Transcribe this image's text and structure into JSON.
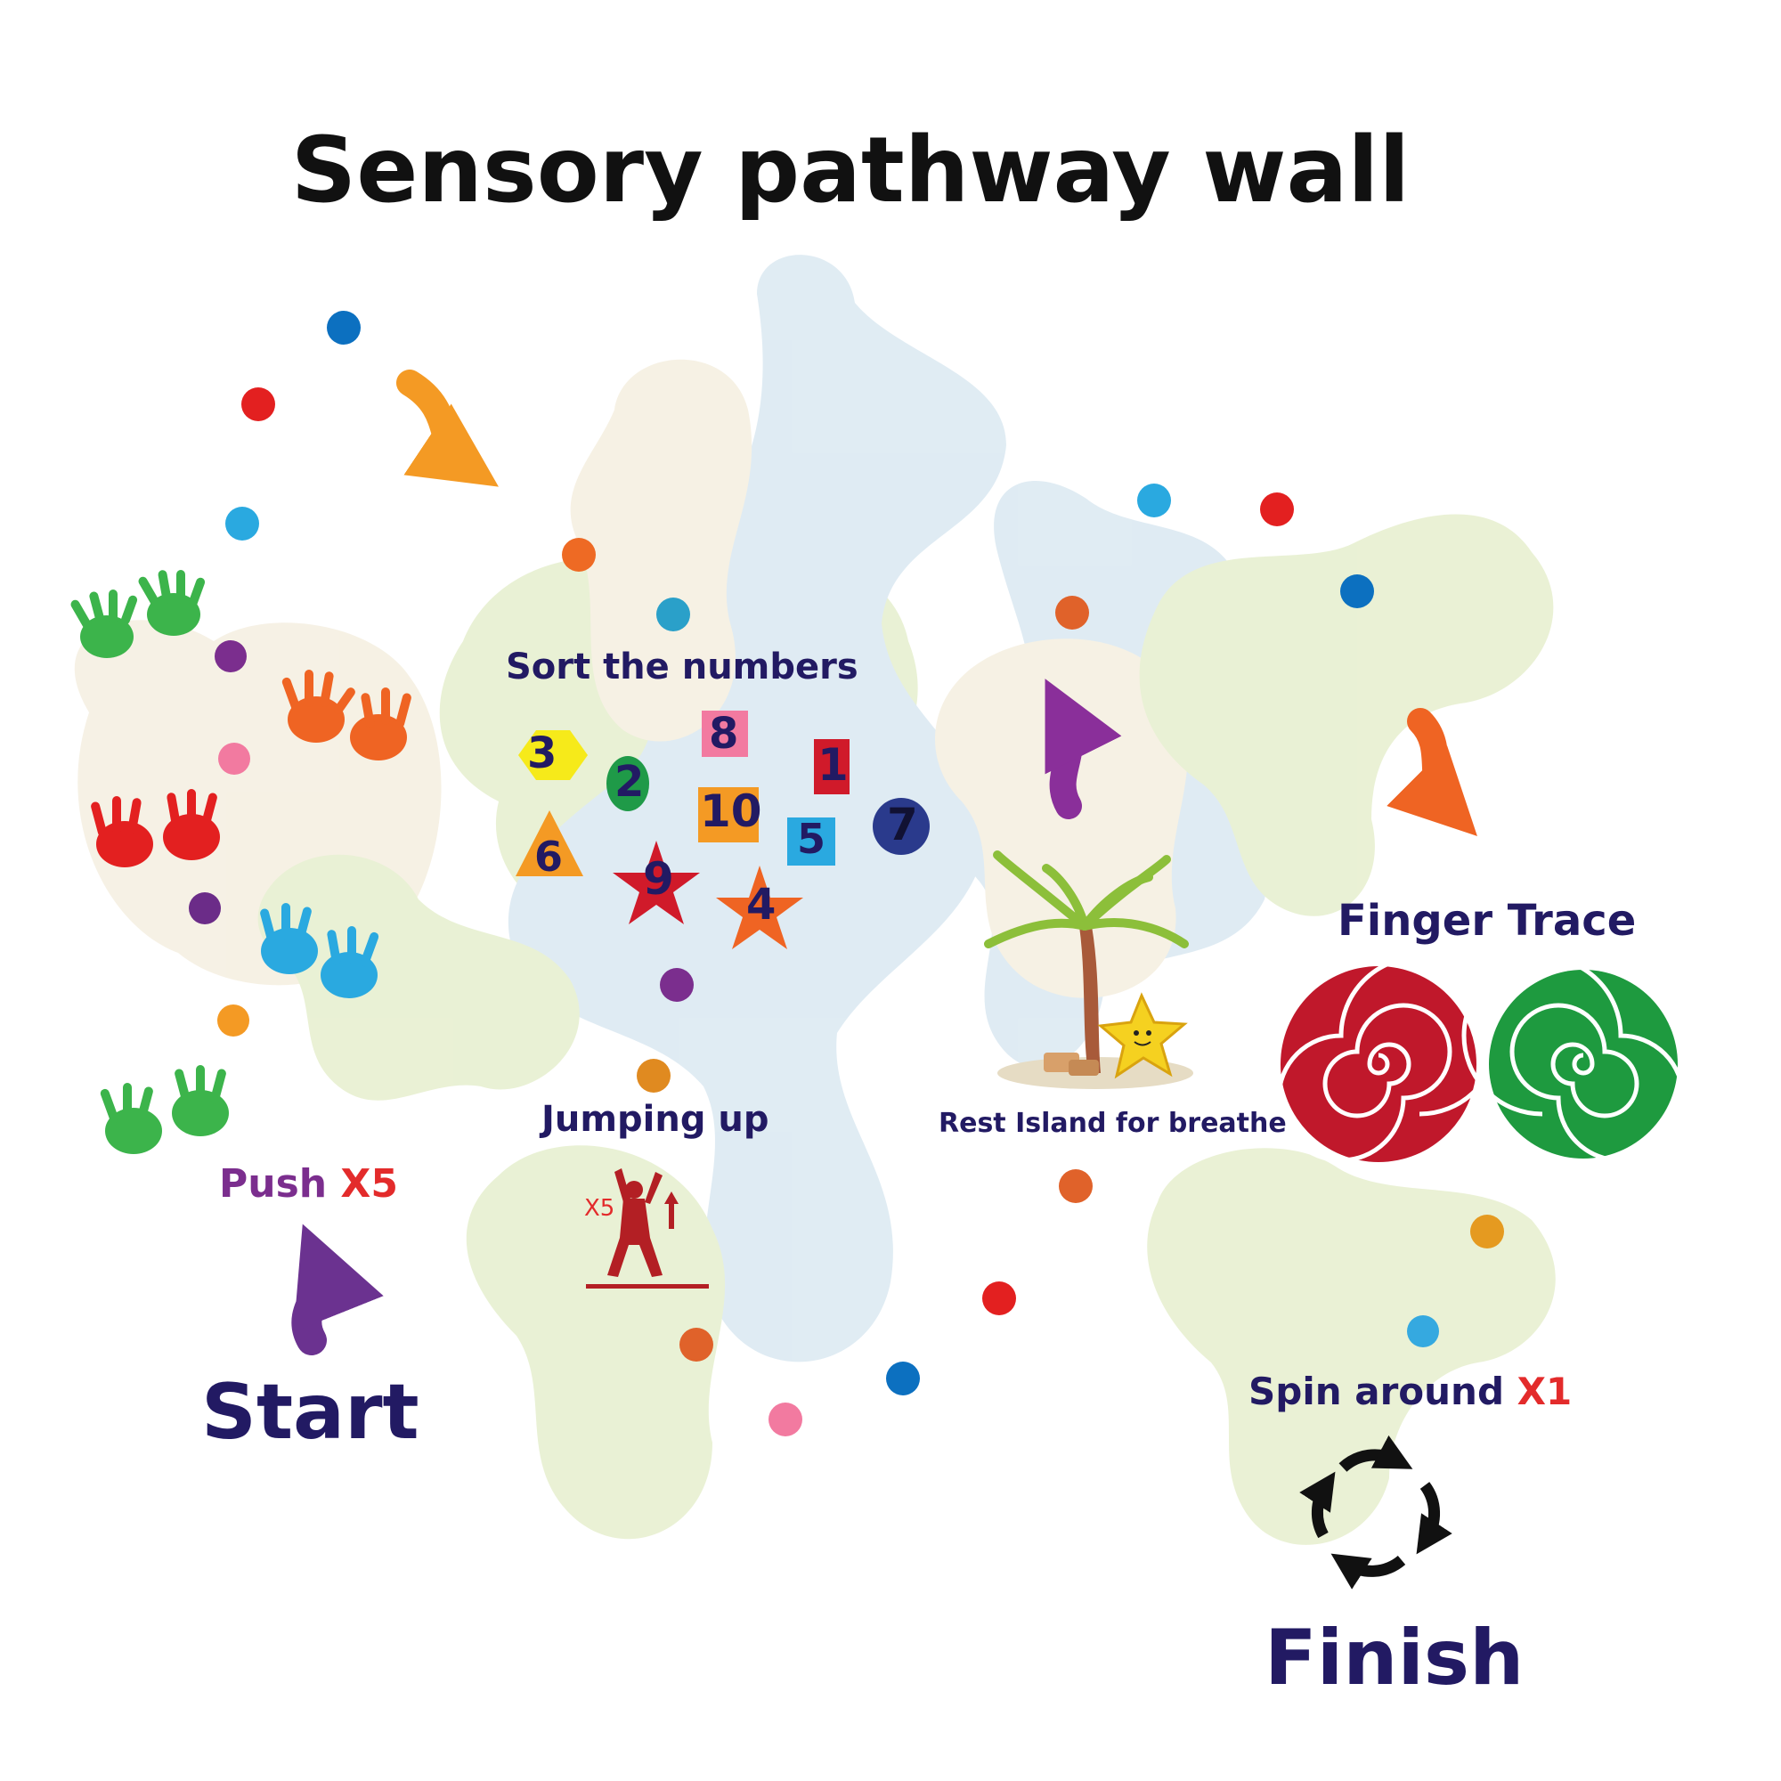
{
  "title": "Sensory pathway wall",
  "labels": {
    "sort": "Sort the numbers",
    "jumping": "Jumping up",
    "jump_count": "X5",
    "rest": "Rest Island for breathe",
    "finger": "Finger Trace",
    "push": "Push",
    "push_count": "X5",
    "spin": "Spin around",
    "spin_count": "X1",
    "start": "Start",
    "finish": "Finish"
  },
  "numbers": [
    "3",
    "8",
    "1",
    "2",
    "10",
    "5",
    "7",
    "6",
    "9",
    "4"
  ],
  "icons": {
    "hands": "hand-prints-icon",
    "arrows": "path-arrow-icon",
    "palm": "palm-tree-icon",
    "star": "starfish-icon",
    "jumper": "jumping-person-icon",
    "spin": "rotate-arrows-icon",
    "spiral": "spiral-icon"
  },
  "colors": {
    "title": "#111111",
    "label": "#221a63",
    "accent": "#e32b2b",
    "push_label": "#7b2e8e",
    "blob_blue": "#dbeaf2",
    "blob_green": "#e7efcf",
    "blob_beige": "#f4efe0",
    "spiral_red": "#c0182b",
    "spiral_green": "#1e9a3f"
  }
}
